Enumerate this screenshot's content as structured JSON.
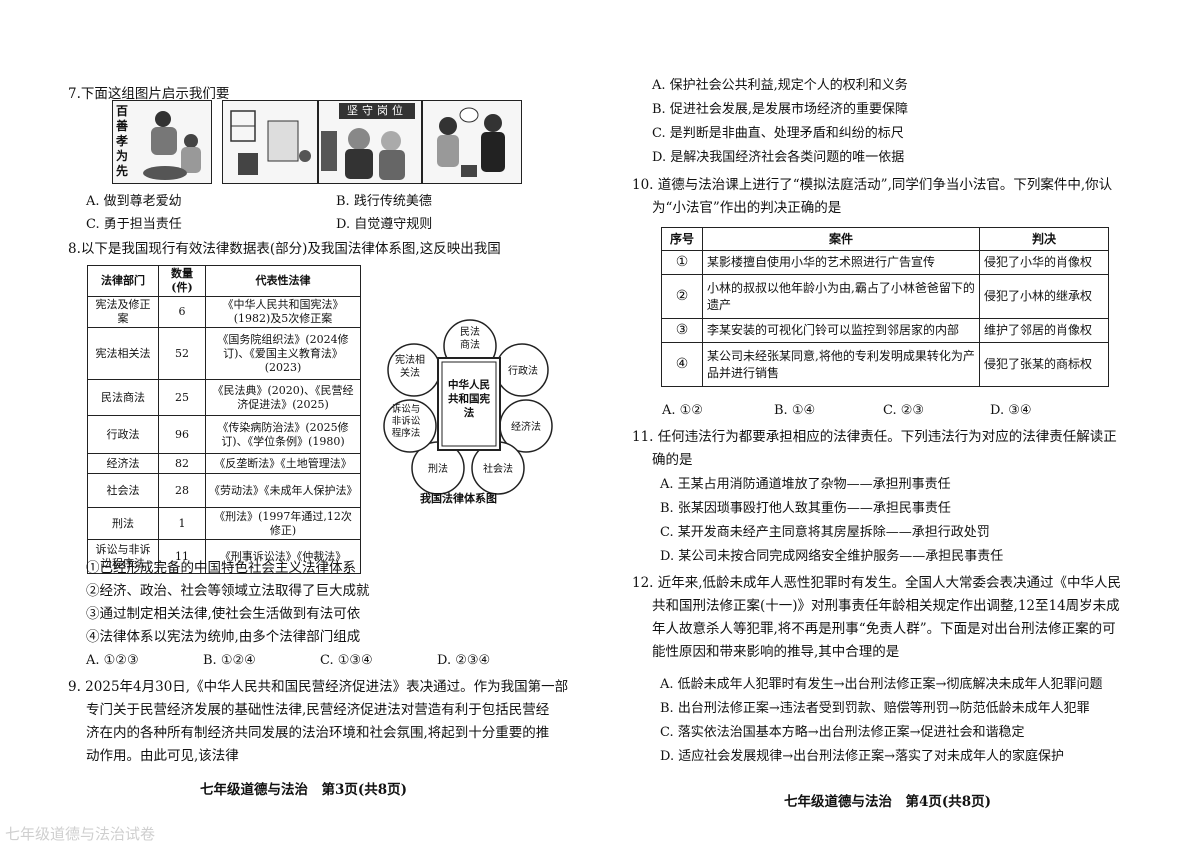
{
  "left": {
    "q7": {
      "stem": "7.下面这组图片启示我们要",
      "panel_labels": {
        "p1": "百善孝为先",
        "p3": "坚守岗位"
      },
      "options": [
        "A. 做到尊老爱幼",
        "B. 践行传统美德",
        "C. 勇于担当责任",
        "D. 自觉遵守规则"
      ]
    },
    "q8": {
      "stem": "8.以下是我国现行有效法律数据表(部分)及我国法律体系图,这反映出我国",
      "table": {
        "headers": [
          "法律部门",
          "数量(件)",
          "代表性法律"
        ],
        "rows": [
          [
            "宪法及修正案",
            "6",
            "《中华人民共和国宪法》(1982)及5次修正案"
          ],
          [
            "宪法相关法",
            "52",
            "《国务院组织法》(2024修订)、《爱国主义教育法》(2023)"
          ],
          [
            "民法商法",
            "25",
            "《民法典》(2020)、《民营经济促进法》(2025)"
          ],
          [
            "行政法",
            "96",
            "《传染病防治法》(2025修订)、《学位条例》(1980)"
          ],
          [
            "经济法",
            "82",
            "《反垄断法》《土地管理法》"
          ],
          [
            "社会法",
            "28",
            "《劳动法》《未成年人保护法》"
          ],
          [
            "刑法",
            "1",
            "《刑法》(1997年通过,12次修正)"
          ],
          [
            "诉讼与非诉讼程序法",
            "11",
            "《刑事诉讼法》《仲裁法》"
          ]
        ]
      },
      "diagram": {
        "center": "中华人民共和国宪法",
        "petals": [
          "民法商法",
          "行政法",
          "经济法",
          "社会法",
          "刑法",
          "诉讼与非诉讼程序法",
          "宪法相关法"
        ],
        "caption": "我国法律体系图"
      },
      "statements": [
        "①已经形成完备的中国特色社会主义法律体系",
        "②经济、政治、社会等领域立法取得了巨大成就",
        "③通过制定相关法律,使社会生活做到有法可依",
        "④法律体系以宪法为统帅,由多个法律部门组成"
      ],
      "options": [
        "A. ①②③",
        "B. ①②④",
        "C. ①③④",
        "D. ②③④"
      ]
    },
    "q9": {
      "lines": [
        "9. 2025年4月30日,《中华人民共和国民营经济促进法》表决通过。作为我国第一部",
        "专门关于民营经济发展的基础性法律,民营经济促进法对营造有利于包括民营经",
        "济在内的各种所有制经济共同发展的法治环境和社会氛围,将起到十分重要的推",
        "动作用。由此可见,该法律"
      ]
    },
    "footer": "七年级道德与法治　第3页(共8页)"
  },
  "right": {
    "q9_options": [
      "A. 保护社会公共利益,规定个人的权利和义务",
      "B. 促进社会发展,是发展市场经济的重要保障",
      "C. 是判断是非曲直、处理矛盾和纠纷的标尺",
      "D. 是解决我国经济社会各类问题的唯一依据"
    ],
    "q10": {
      "lines": [
        "10. 道德与法治课上进行了“模拟法庭活动”,同学们争当小法官。下列案件中,你认",
        "为“小法官”作出的判决正确的是"
      ],
      "table": {
        "headers": [
          "序号",
          "案件",
          "判决"
        ],
        "rows": [
          [
            "①",
            "某影楼擅自使用小华的艺术照进行广告宣传",
            "侵犯了小华的肖像权"
          ],
          [
            "②",
            "小林的叔叔以他年龄小为由,霸占了小林爸爸留下的遗产",
            "侵犯了小林的继承权"
          ],
          [
            "③",
            "李某安装的可视化门铃可以监控到邻居家的内部",
            "维护了邻居的肖像权"
          ],
          [
            "④",
            "某公司未经张某同意,将他的专利发明成果转化为产品并进行销售",
            "侵犯了张某的商标权"
          ]
        ]
      },
      "options": [
        "A. ①②",
        "B. ①④",
        "C. ②③",
        "D. ③④"
      ]
    },
    "q11": {
      "lines": [
        "11. 任何违法行为都要承担相应的法律责任。下列违法行为对应的法律责任解读正",
        "确的是"
      ],
      "options": [
        "A. 王某占用消防通道堆放了杂物——承担刑事责任",
        "B. 张某因琐事殴打他人致其重伤——承担民事责任",
        "C. 某开发商未经产主同意将其房屋拆除——承担行政处罚",
        "D. 某公司未按合同完成网络安全维护服务——承担民事责任"
      ]
    },
    "q12": {
      "lines": [
        "12. 近年来,低龄未成年人恶性犯罪时有发生。全国人大常委会表决通过《中华人民",
        "共和国刑法修正案(十一)》对刑事责任年龄相关规定作出调整,12至14周岁未成",
        "年人故意杀人等犯罪,将不再是刑事“免责人群”。下面是对出台刑法修正案的可",
        "能性原因和带来影响的推导,其中合理的是"
      ],
      "options": [
        "A. 低龄未成年人犯罪时有发生→出台刑法修正案→彻底解决未成年人犯罪问题",
        "B. 出台刑法修正案→违法者受到罚款、赔偿等刑罚→防范低龄未成年人犯罪",
        "C. 落实依法治国基本方略→出台刑法修正案→促进社会和谐稳定",
        "D. 适应社会发展规律→出台刑法修正案→落实了对未成年人的家庭保护"
      ]
    },
    "footer": "七年级道德与法治　第4页(共8页)"
  },
  "watermark": "七年级道德与法治试卷"
}
